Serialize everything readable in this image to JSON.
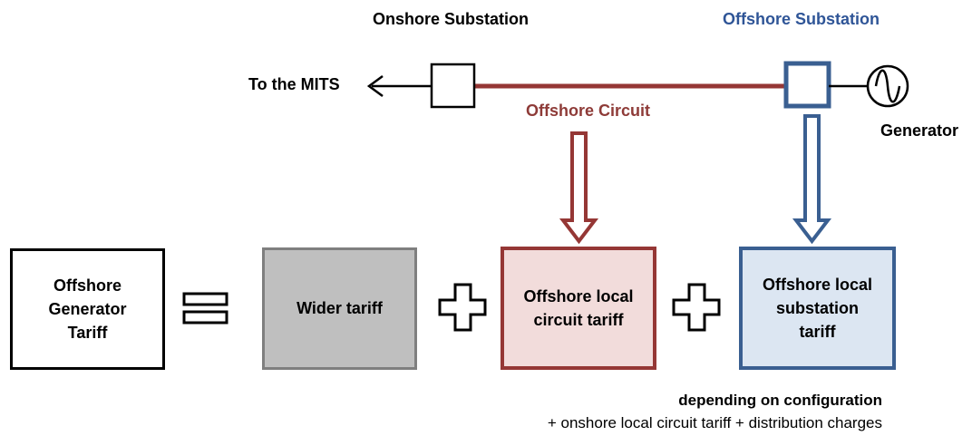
{
  "labels": {
    "onshore_substation": "Onshore Substation",
    "offshore_substation": "Offshore Substation",
    "to_mits": "To the MITS",
    "offshore_circuit": "Offshore Circuit",
    "generator": "Generator"
  },
  "boxes": {
    "offshore_generator_tariff": "Offshore\nGenerator\nTariff",
    "wider_tariff": "Wider tariff",
    "offshore_local_circuit_tariff": "Offshore local\ncircuit tariff",
    "offshore_local_substation_tariff": "Offshore local\nsubstation\ntariff"
  },
  "footnote": {
    "heading": "depending on configuration",
    "detail": "+ onshore local circuit tariff + distribution charges"
  },
  "colors": {
    "circuit_red": "#953735",
    "substation_blue": "#3a5f91",
    "offshore_substation_label": "#2f5597",
    "offshore_circuit_label": "#8e3b38",
    "wider_fill": "#bfbfbf",
    "wider_border": "#7f7f7f",
    "circuit_fill": "#f2dcdb",
    "substation_fill": "#dce6f2"
  }
}
